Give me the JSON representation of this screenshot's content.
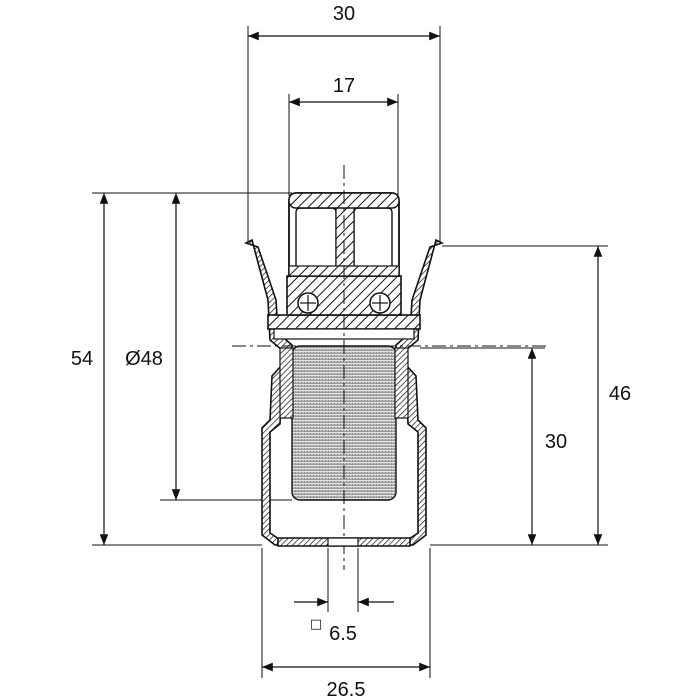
{
  "dimensions": {
    "top_width": "30",
    "inner_width": "17",
    "total_height": "54",
    "diameter": "Ø48",
    "right_height": "46",
    "inner_height": "30",
    "square_size": "6.5",
    "square_symbol": "□",
    "bottom_width": "26.5"
  },
  "colors": {
    "line": "#111111",
    "background": "#ffffff"
  }
}
